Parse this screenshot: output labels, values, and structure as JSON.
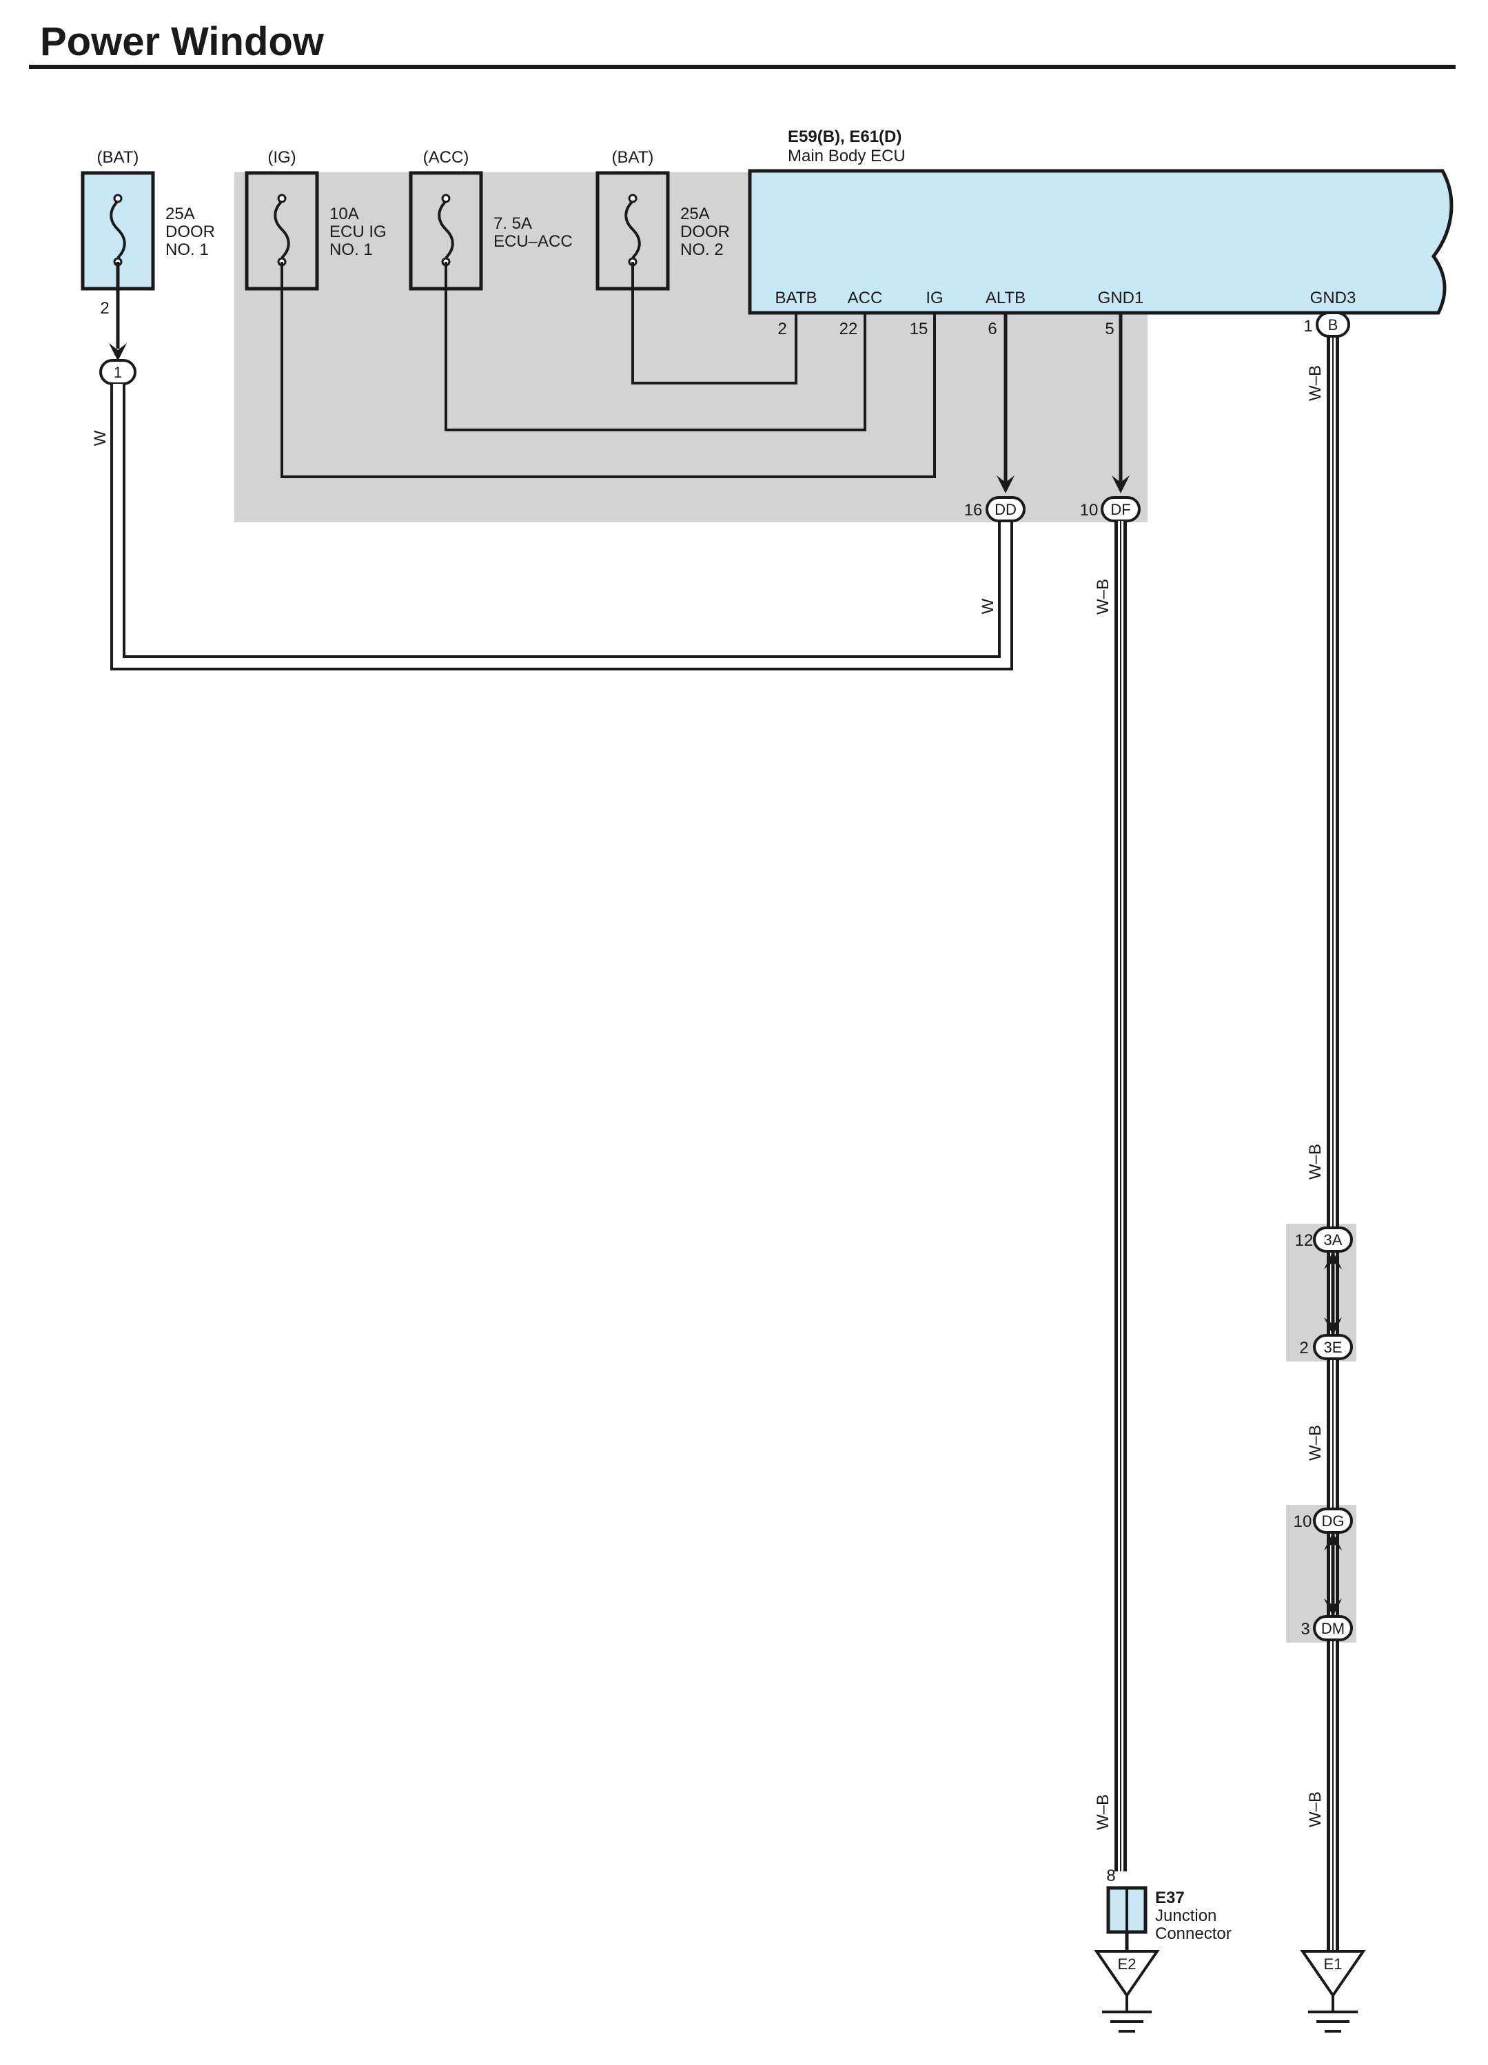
{
  "title": "Power Window",
  "ecu": {
    "code": "E59(B), E61(D)",
    "name": "Main Body ECU",
    "terminals": [
      "BATB",
      "ACC",
      "IG",
      "ALTB",
      "GND1",
      "GND3"
    ],
    "pins": [
      "2",
      "22",
      "15",
      "6",
      "5"
    ],
    "gnd3_pin": "1",
    "gnd3_conn": "B"
  },
  "fuses": [
    {
      "source": "(BAT)",
      "line1": "25A",
      "line2": "DOOR",
      "line3": "NO. 1",
      "pin": "2"
    },
    {
      "source": "(IG)",
      "line1": "10A",
      "line2": "ECU IG",
      "line3": "NO. 1"
    },
    {
      "source": "(ACC)",
      "line1": "7. 5A",
      "line2": "ECU–ACC"
    },
    {
      "source": "(BAT)",
      "line1": "25A",
      "line2": "DOOR",
      "line3": "NO. 2"
    }
  ],
  "connectors": {
    "c1": {
      "id": "1"
    },
    "dd": {
      "pin": "16",
      "id": "DD"
    },
    "df": {
      "pin": "10",
      "id": "DF"
    },
    "c3a": {
      "pin": "12",
      "id": "3A"
    },
    "c3e": {
      "pin": "2",
      "id": "3E"
    },
    "dg": {
      "pin": "10",
      "id": "DG"
    },
    "dm": {
      "pin": "3",
      "id": "DM"
    }
  },
  "wires": {
    "w": "W",
    "wb": "W–B"
  },
  "junction": {
    "pin": "8",
    "code": "E37",
    "line1": "Junction",
    "line2": "Connector"
  },
  "grounds": [
    "E2",
    "E1"
  ],
  "colors": {
    "component_fill": "#c9e8f6",
    "shade": "#d3d3d3",
    "line": "#1a1a1a"
  }
}
